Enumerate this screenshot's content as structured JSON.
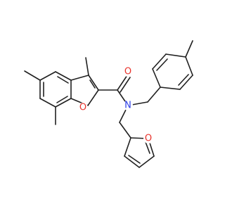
{
  "molecule": {
    "atoms": [
      {
        "id": "O_furan_benzo",
        "label": "O",
        "element": "O"
      },
      {
        "id": "O_carbonyl",
        "label": "O",
        "element": "O"
      },
      {
        "id": "N_amide",
        "label": "N",
        "element": "N"
      },
      {
        "id": "O_furan_2",
        "label": "O",
        "element": "O"
      }
    ]
  },
  "colors": {
    "bond": "#202020",
    "oxygen": "#e8322b",
    "nitrogen": "#2b3ee8",
    "background": "#ffffff"
  }
}
